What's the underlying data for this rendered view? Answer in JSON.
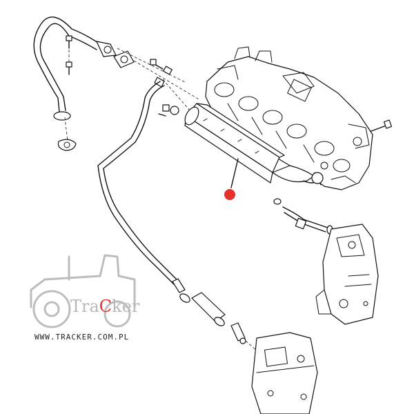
{
  "watermark": {
    "brand_prefix": "Tra",
    "brand_accent": "C",
    "brand_suffix": "ker",
    "url": "WWW.TRACKER.COM.PL",
    "accent_color": "#e5322b",
    "text_color": "#b8b8b8"
  },
  "marker": {
    "color": "#e5322b"
  }
}
